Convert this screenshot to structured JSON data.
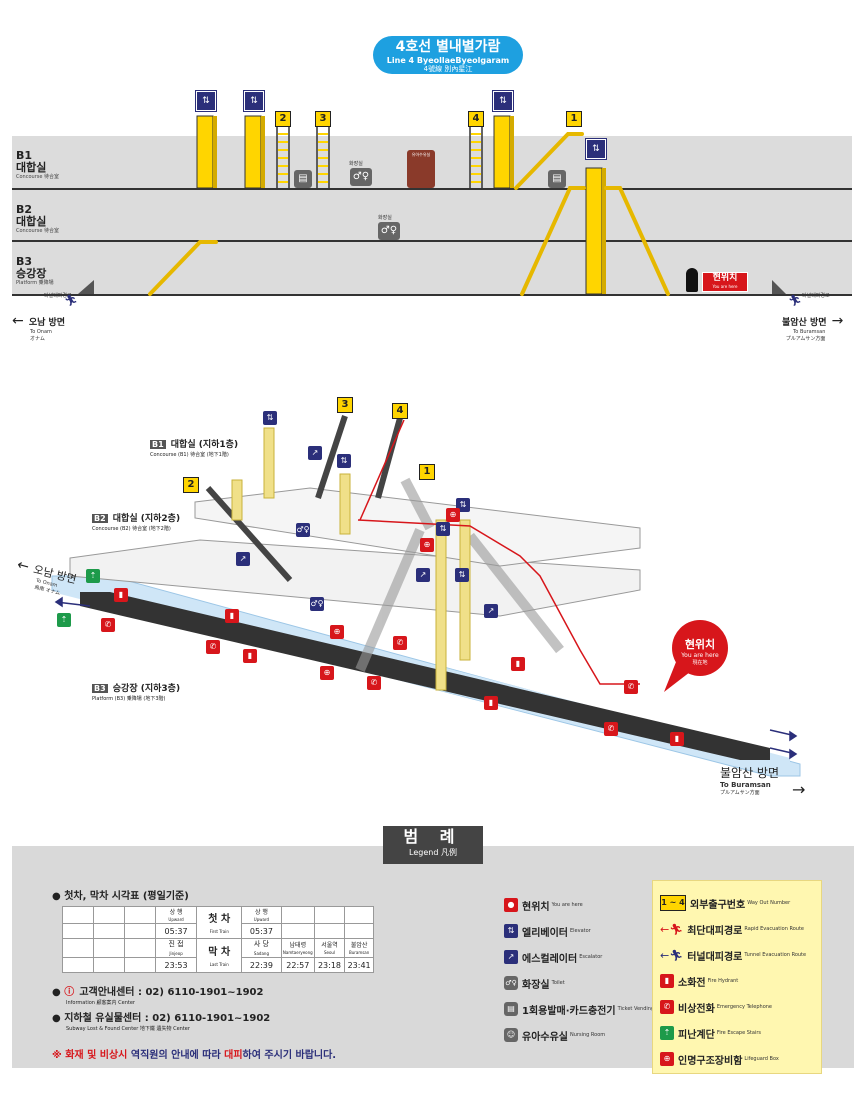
{
  "header": {
    "title_ko": "4호선 별내별가람",
    "title_en": "Line 4 ByeollaeByeolgaram",
    "title_ja": "4號線 別內星江"
  },
  "section": {
    "levels": [
      {
        "code": "B1",
        "name": "대합실",
        "sub": "Concourse 待合室"
      },
      {
        "code": "B2",
        "name": "대합실",
        "sub": "Concourse 待合室"
      },
      {
        "code": "B3",
        "name": "승강장",
        "sub": "Platform 乗降場"
      }
    ],
    "exits": [
      "2",
      "3",
      "4",
      "1"
    ],
    "restroom_label": "화장실",
    "nursing_label": "유아수유실",
    "you_are_here": "현위치",
    "you_are_here_sub": "You are here",
    "dir_left": "오남 방면",
    "dir_left_en": "To Onam",
    "dir_left_ja": "オナム",
    "dir_right": "불암산 방면",
    "dir_right_en": "To Buramsan",
    "dir_right_ja": "プルアムサン方面",
    "tunnel_label": "터널대피경로"
  },
  "iso": {
    "b1_label": "대합실 (지하1층)",
    "b1_sub": "Concourse (B1) 待合室 (地下1階)",
    "b2_label": "대합실 (지하2층)",
    "b2_sub": "Concourse (B2) 待合室 (地下2階)",
    "b3_label": "승강장 (지하3층)",
    "b3_sub": "Platform (B3) 乗降場 (地下3階)",
    "b1_tag": "B1",
    "b2_tag": "B2",
    "b3_tag": "B3",
    "exits": [
      "3",
      "4",
      "2",
      "1"
    ],
    "you_are_here": "현위치",
    "you_are_here_en": "You are here",
    "you_are_here_ja": "現在地",
    "dir_left": "오남 방면",
    "dir_left_en": "To Onam",
    "dir_left_ja": "烏南 オナム",
    "dir_right": "불암산 방면",
    "dir_right_en": "To Buramsan",
    "dir_right_ja": "プルアムサン方面"
  },
  "legend": {
    "title": "범 례",
    "title_sub": "Legend  凡例",
    "timetable_title": "첫차, 막차 시각표 (평일기준)",
    "first_train": "첫 차",
    "first_train_en": "First Train",
    "last_train": "막 차",
    "last_train_en": "Last Train",
    "up_label": "상 행",
    "up_label_en": "Upward",
    "first_up_1": "05:37",
    "first_up_2": "05:37",
    "jinjeop": "진 접",
    "jinjeop_en": "Jinjeop",
    "jinjeop_time": "23:53",
    "sadang": "사 당",
    "sadang_en": "Sadang",
    "sadang_time": "22:39",
    "namtaeryeong": "남태령",
    "namtaeryeong_en": "Namtaeryeong",
    "namtaeryeong_time": "22:57",
    "seoulstn": "서울역",
    "seoulstn_en": "Seoul",
    "seoulstn_time": "23:18",
    "buramsan": "불암산",
    "buramsan_en": "Buramsan",
    "buramsan_time": "23:41",
    "info_center": "고객안내센터 : 02) 6110-1901~1902",
    "info_center_sub": "Information 顧客案内 Center",
    "lost_found": "지하철 유실물센터 : 02) 6110-1901~1902",
    "lost_found_sub": "Subway Lost & Found Center 地下鐵 遺失物 Center",
    "notice_prefix": "※",
    "notice_fire": "화재 및 비상시",
    "notice_mid": "역직원의 안내에 따라",
    "notice_evac": "대피",
    "notice_end": "하여 주시기 바랍니다.",
    "items_mid": [
      {
        "icon": "you-are-here-icon",
        "label": "현위치",
        "sub": "You are here"
      },
      {
        "icon": "elevator-icon",
        "label": "엘리베이터",
        "sub": "Elevator"
      },
      {
        "icon": "escalator-icon",
        "label": "에스컬레이터",
        "sub": "Escalator"
      },
      {
        "icon": "toilet-icon",
        "label": "화장실",
        "sub": "Toilet"
      },
      {
        "icon": "ticket-icon",
        "label": "1회용발매·카드충전기",
        "sub": "Ticket Vending and Card Reload Device"
      },
      {
        "icon": "nursing-icon",
        "label": "유아수유실",
        "sub": "Nursing Room"
      }
    ],
    "items_right": [
      {
        "icon": "exit-number-icon",
        "label": "외부출구번호",
        "sub": "Way Out Number"
      },
      {
        "icon": "rapid-evacuation-icon",
        "label": "최단대피경로",
        "sub": "Rapid Evacuation Route"
      },
      {
        "icon": "tunnel-evacuation-icon",
        "label": "터널대피경로",
        "sub": "Tunnel Evacuation Route"
      },
      {
        "icon": "fire-hydrant-icon",
        "label": "소화전",
        "sub": "Fire Hydrant"
      },
      {
        "icon": "emergency-phone-icon",
        "label": "비상전화",
        "sub": "Emergency Telephone"
      },
      {
        "icon": "escape-stairs-icon",
        "label": "피난계단",
        "sub": "Fire Escape Stairs"
      },
      {
        "icon": "lifeguard-box-icon",
        "label": "인명구조장비함",
        "sub": "Lifeguard Box"
      }
    ],
    "exit_range": "1 ~ 4"
  },
  "colors": {
    "accent_blue": "#1ea0e0",
    "elevator_yellow": "#ffd500",
    "alert_red": "#d7161b",
    "navy": "#2b2f7a",
    "platform_blue": "#cfe6f7"
  }
}
